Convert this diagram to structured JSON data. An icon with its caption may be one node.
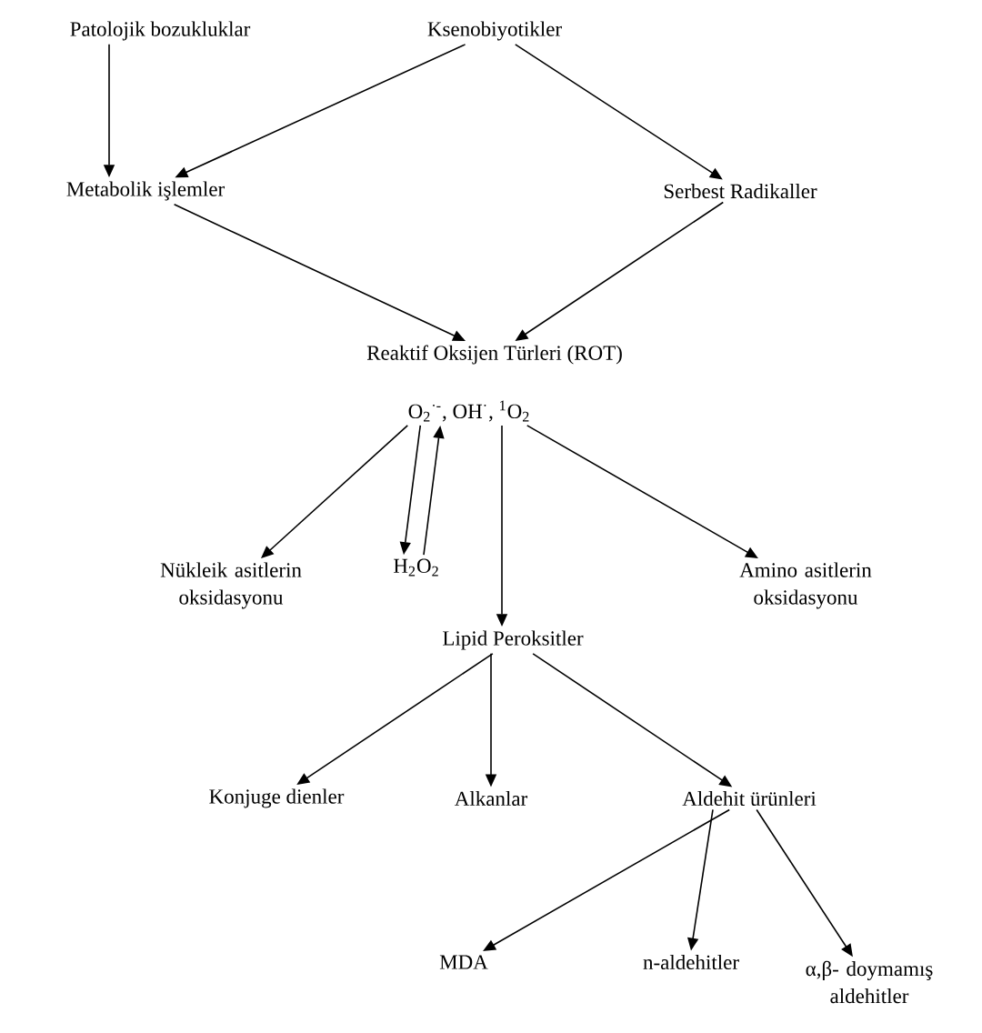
{
  "diagram": {
    "nodes": [
      {
        "text": [
          "Patolojik bozukluklar"
        ]
      },
      {
        "text": [
          "Ksenobiyotikler"
        ]
      },
      {
        "text": [
          "Metabolik işlemler"
        ]
      },
      {
        "text": [
          "Serbest Radikaller"
        ]
      },
      {
        "text": [
          "Reaktif Oksijen Türleri (ROT)"
        ]
      },
      {
        "text": [
          "O$_{2}$$^{·-}$, OH$^{·}$, $^{1}$O$_{2}$"
        ]
      },
      {
        "text": [
          "Nükleik asitlerin oksidasyonu"
        ]
      },
      {
        "text": [
          "H$_{2}$O$_{2}$"
        ]
      },
      {
        "text": [
          "Amino asitlerin oksidasyonu"
        ]
      },
      {
        "text": [
          "Lipid Peroksitler"
        ]
      },
      {
        "text": [
          "Konjuge dienler"
        ]
      },
      {
        "text": [
          "Alkanlar"
        ]
      },
      {
        "text": [
          "Aldehit ürünleri"
        ]
      },
      {
        "text": [
          "MDA"
        ]
      },
      {
        "text": [
          "n-aldehitler"
        ]
      },
      {
        "text": [
          "α,β- doymamış aldehitler"
        ]
      }
    ],
    "edges": [
      {
        "from": 0,
        "to": 2,
        "arrow": "to"
      },
      {
        "from": 1,
        "to": 2,
        "arrow": "to"
      },
      {
        "from": 1,
        "to": 3,
        "arrow": "to"
      },
      {
        "from": 2,
        "to": 4,
        "arrow": "to"
      },
      {
        "from": 3,
        "to": 4,
        "arrow": "to"
      },
      {
        "from": 5,
        "to": 6,
        "arrow": "to"
      },
      {
        "from": 5,
        "to": 7,
        "arrow": "to"
      },
      {
        "from": 7,
        "to": 5,
        "arrow": "to"
      },
      {
        "from": 5,
        "to": 9,
        "arrow": "to"
      },
      {
        "from": 5,
        "to": 8,
        "arrow": "to"
      },
      {
        "from": 9,
        "to": 10,
        "arrow": "to"
      },
      {
        "from": 9,
        "to": 11,
        "arrow": "to"
      },
      {
        "from": 9,
        "to": 12,
        "arrow": "to"
      },
      {
        "from": 12,
        "to": 13,
        "arrow": "to"
      },
      {
        "from": 12,
        "to": 14,
        "arrow": "to"
      },
      {
        "from": 12,
        "to": 15,
        "arrow": "to"
      }
    ]
  }
}
